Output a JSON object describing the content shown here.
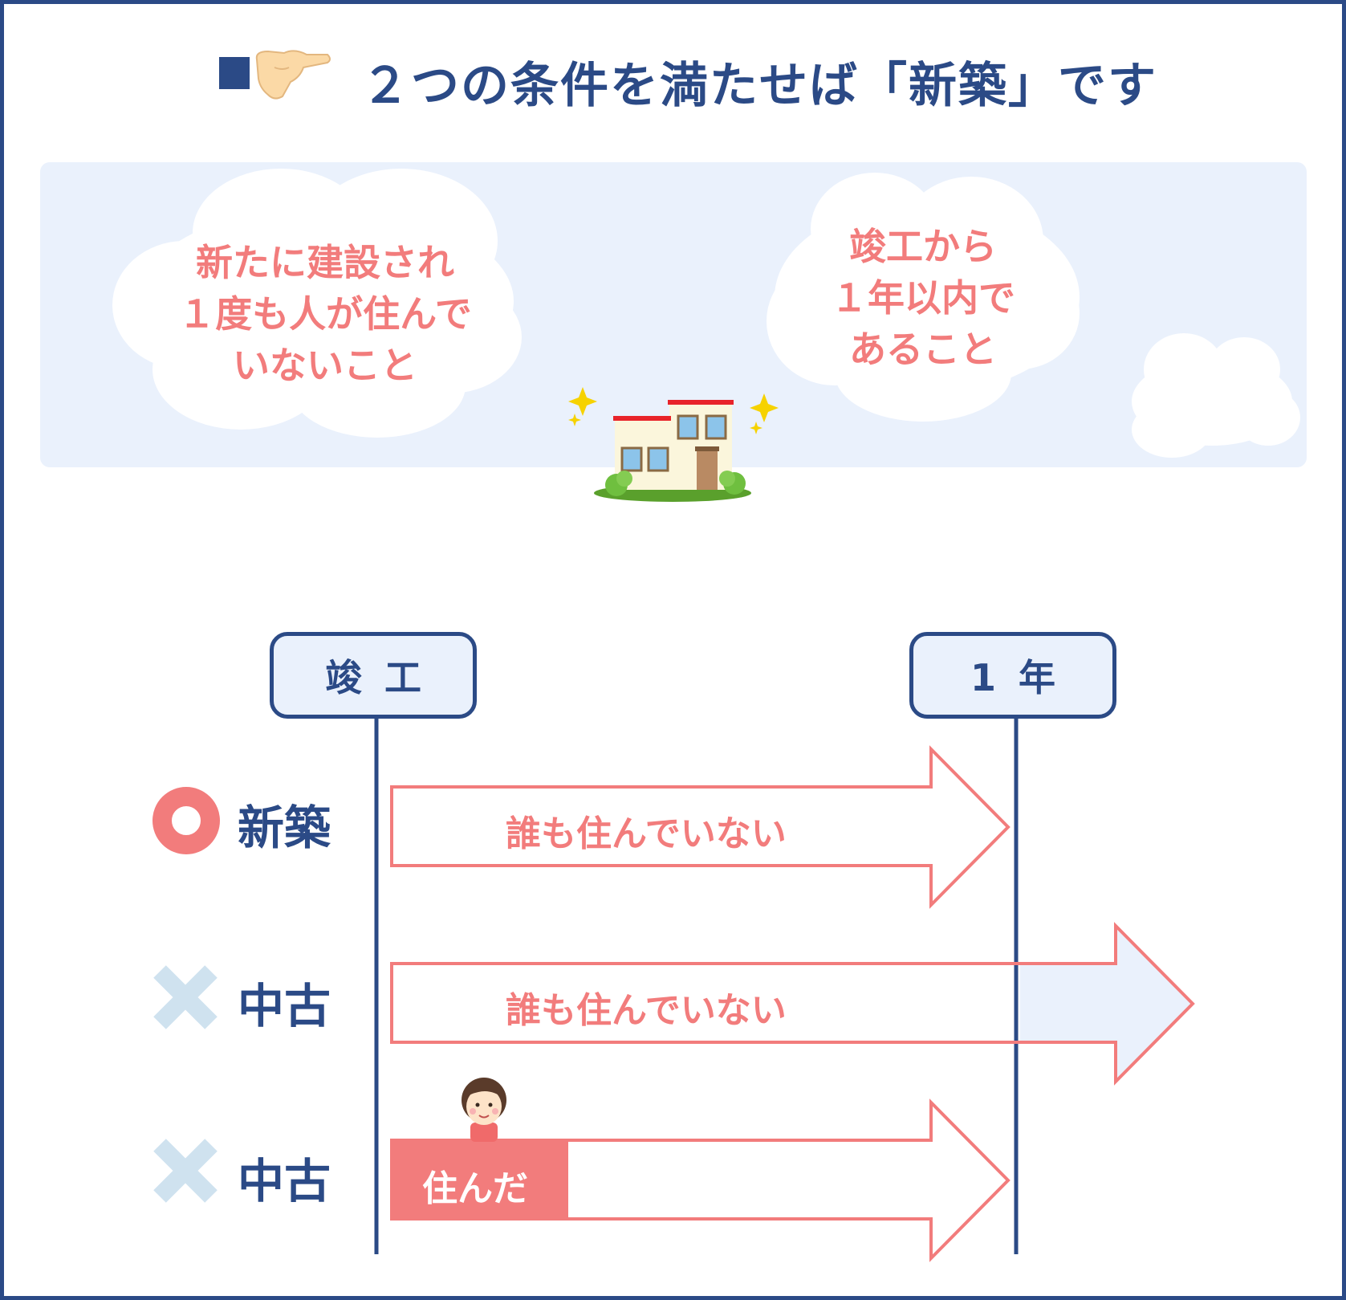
{
  "title": {
    "text": "２つの条件を満たせば「新築」です",
    "accent_color": "#2b4a86"
  },
  "conditions": [
    {
      "text": "新たに建設され\n１度も人が住んで\nいないこと"
    },
    {
      "text": "竣工から\n１年以内で\nあること"
    }
  ],
  "timeline": {
    "start_label": "竣工",
    "end_label": "1年"
  },
  "rows": [
    {
      "verdict": "circle",
      "label": "新築",
      "note": "誰も住んでいない"
    },
    {
      "verdict": "cross",
      "label": "中古",
      "note": "誰も住んでいない"
    },
    {
      "verdict": "cross",
      "label": "中古",
      "note": "住んだ"
    }
  ],
  "colors": {
    "navy": "#2b4a86",
    "pink": "#f27c7c",
    "sky": "#eaf1fc",
    "cross": "#cfe2ef"
  }
}
